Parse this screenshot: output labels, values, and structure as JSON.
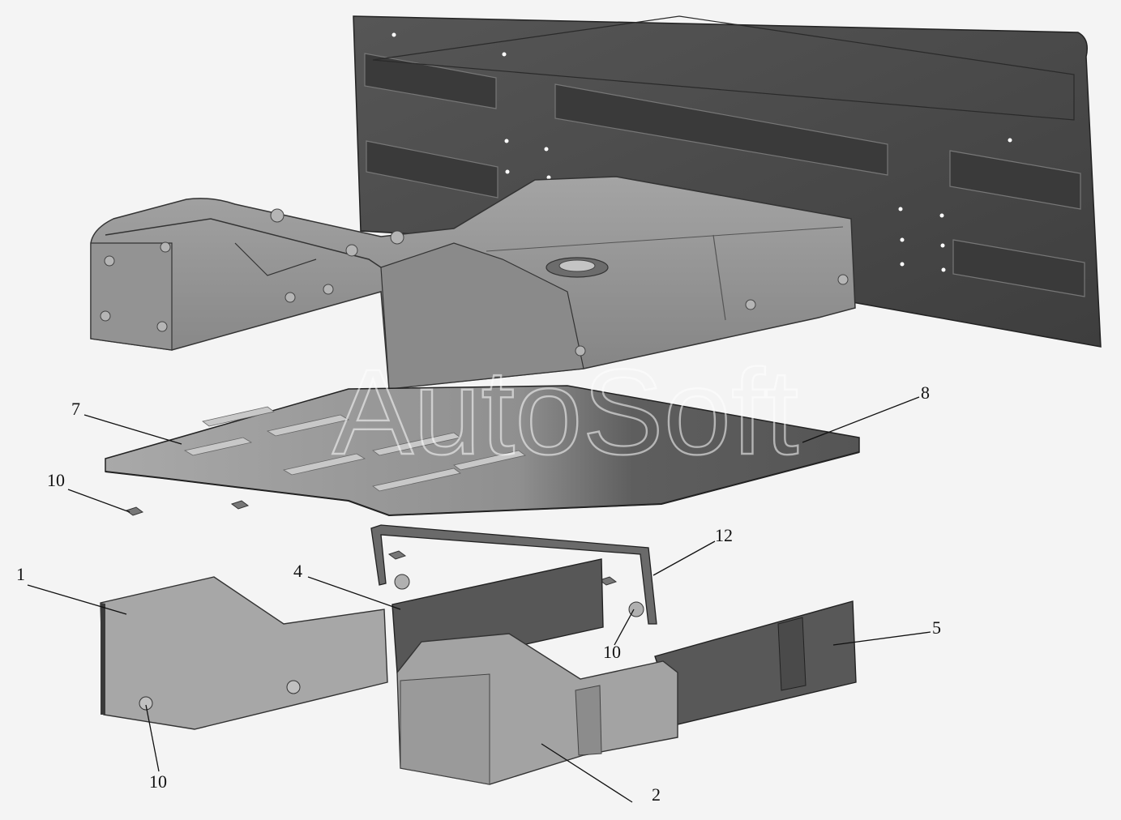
{
  "watermark": "AutoSoft",
  "colors": {
    "background": "#f4f4f4",
    "back_panel": "#4a4a4a",
    "floor_body": "#8e8e8e",
    "floor_mat_light": "#9a9a9a",
    "floor_mat_dark": "#585858",
    "cover_dark": "#575757",
    "cover_light": "#a3a3a3",
    "edge": "#2a2a2a"
  },
  "callouts": [
    {
      "id": "c7",
      "text": "7"
    },
    {
      "id": "c8",
      "text": "8"
    },
    {
      "id": "c10a",
      "text": "10"
    },
    {
      "id": "c12",
      "text": "12"
    },
    {
      "id": "c1",
      "text": "1"
    },
    {
      "id": "c4",
      "text": "4"
    },
    {
      "id": "c10b",
      "text": "10"
    },
    {
      "id": "c5",
      "text": "5"
    },
    {
      "id": "c10c",
      "text": "10"
    },
    {
      "id": "c2",
      "text": "2"
    }
  ]
}
